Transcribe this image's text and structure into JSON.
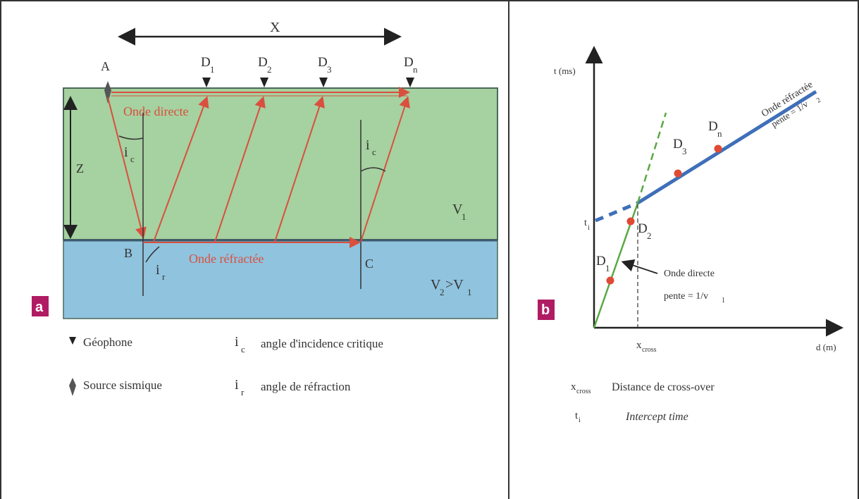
{
  "panel_a": {
    "badge": "a",
    "x_label": "X",
    "source_label": "A",
    "geophones": [
      "D",
      "D",
      "D",
      "D"
    ],
    "geophone_subs": [
      "1",
      "2",
      "3",
      "n"
    ],
    "depth_label": "Z",
    "direct_wave_label": "Onde directe",
    "refracted_wave_label": "Onde réfractée",
    "point_b": "B",
    "point_c": "C",
    "ic_main": "i",
    "ic_sub": "c",
    "ir_main": "i",
    "ir_sub": "r",
    "v1_main": "V",
    "v1_sub": "1",
    "v2_main1": "V",
    "v2_sub1": "2",
    "v2_gt": ">V",
    "v2_sub2": "1",
    "legend": {
      "geophone": "Géophone",
      "source": "Source sismique",
      "ic_text": "angle d'incidence critique",
      "ir_text": "angle de réfraction"
    },
    "colors": {
      "layer1": "#a6d1a0",
      "layer2": "#90c3de",
      "ray": "#d9503f",
      "badge": "#b01c63"
    }
  },
  "panel_b": {
    "badge": "b",
    "y_axis_label": "t (ms)",
    "x_axis_label": "d (m)",
    "ti_main": "t",
    "ti_sub": "i",
    "xcross_main": "x",
    "xcross_sub": "cross",
    "points": [
      {
        "main": "D",
        "sub": "1"
      },
      {
        "main": "D",
        "sub": "2"
      },
      {
        "main": "D",
        "sub": "3"
      },
      {
        "main": "D",
        "sub": "n"
      }
    ],
    "refracted_line_label": "Onde réfractée",
    "refracted_slope_label": "pente = 1/v",
    "refracted_slope_sub": "2",
    "direct_label": "Onde directe",
    "direct_slope_label": "pente = 1/v",
    "direct_slope_sub": "1",
    "legend": {
      "xcross_desc": "Distance de cross-over",
      "ti_desc": "Intercept time"
    },
    "colors": {
      "direct": "#5aa845",
      "refracted": "#3f6fb8",
      "point": "#e04a35",
      "badge": "#b01c63"
    }
  }
}
